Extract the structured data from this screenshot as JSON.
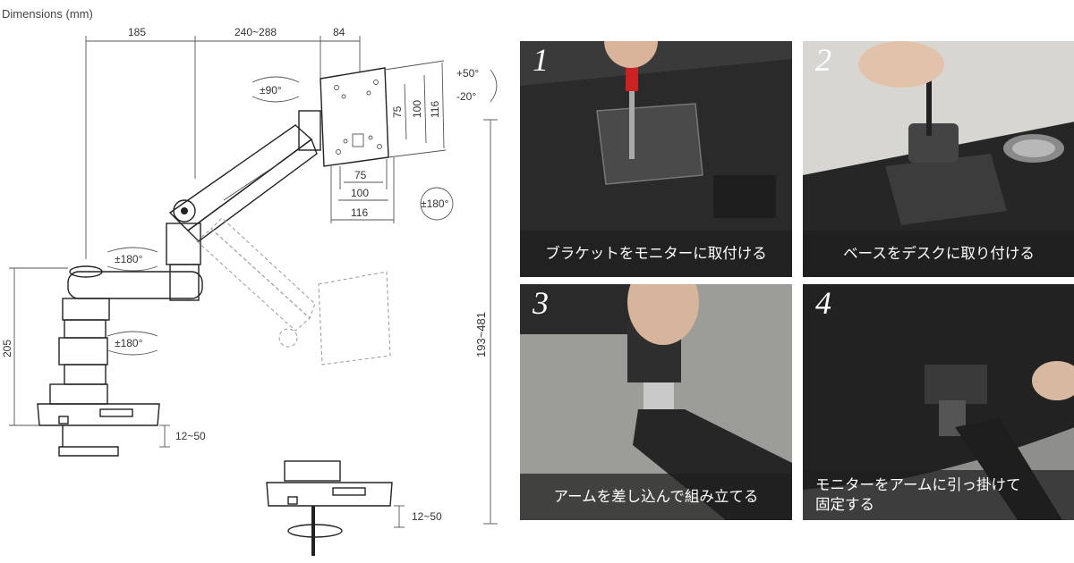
{
  "diagram": {
    "title": "Dimensions (mm)",
    "dims": {
      "d185": "185",
      "d240": "240~288",
      "d84": "84",
      "d75v": "75",
      "d100v": "100",
      "d116v": "116",
      "d75h": "75",
      "d100h": "100",
      "d116h": "116",
      "tilt_up": "+50°",
      "tilt_down": "-20°",
      "rot90": "±90°",
      "rot180_right": "±180°",
      "rot180_mid": "±180°",
      "rot180_low": "±180°",
      "height205": "205",
      "height_range": "193~481",
      "clamp_top": "12~50",
      "clamp_bottom": "12~50"
    }
  },
  "steps": [
    {
      "number": "1",
      "caption": "ブラケットをモニターに取付ける"
    },
    {
      "number": "2",
      "caption": "ベースをデスクに取り付ける"
    },
    {
      "number": "3",
      "caption": "アームを差し込んで組み立てる"
    },
    {
      "number": "4",
      "caption_line1": "モニターをアームに引っ掛けて",
      "caption_line2": "固定する"
    }
  ]
}
